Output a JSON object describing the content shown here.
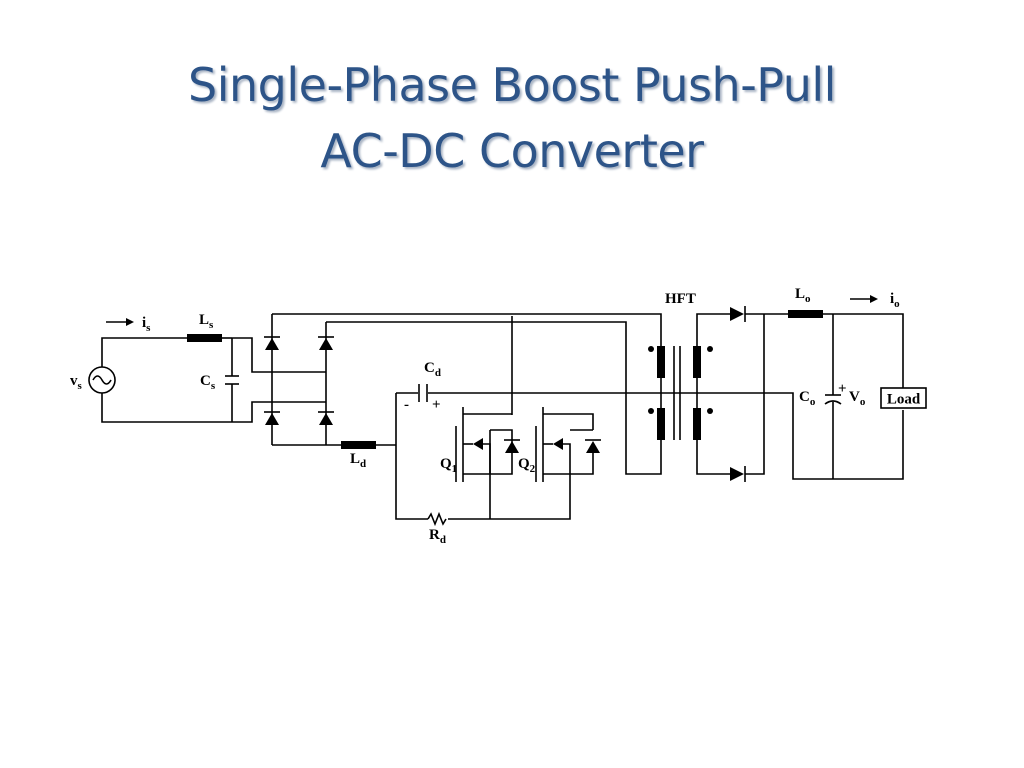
{
  "slide": {
    "title_line1": "Single-Phase Boost Push-Pull",
    "title_line2": "AC-DC Converter"
  },
  "labels": {
    "is_main": "i",
    "is_sub": "s",
    "vs_main": "v",
    "vs_sub": "s",
    "ls_main": "L",
    "ls_sub": "s",
    "cs_main": "C",
    "cs_sub": "s",
    "ld_main": "L",
    "ld_sub": "d",
    "cd_main": "C",
    "cd_sub": "d",
    "cd_minus": "-",
    "cd_plus": "+",
    "q1_main": "Q",
    "q1_sub": "1",
    "q2_main": "Q",
    "q2_sub": "2",
    "rd_main": "R",
    "rd_sub": "d",
    "hft": "HFT",
    "lo_main": "L",
    "lo_sub": "o",
    "io_main": "i",
    "io_sub": "o",
    "co_main": "C",
    "co_sub": "o",
    "vo_main": "V",
    "vo_sub": "o",
    "vo_plus": "+",
    "load": "Load"
  },
  "colors": {
    "title": "#2d5488",
    "wire": "#000000"
  }
}
